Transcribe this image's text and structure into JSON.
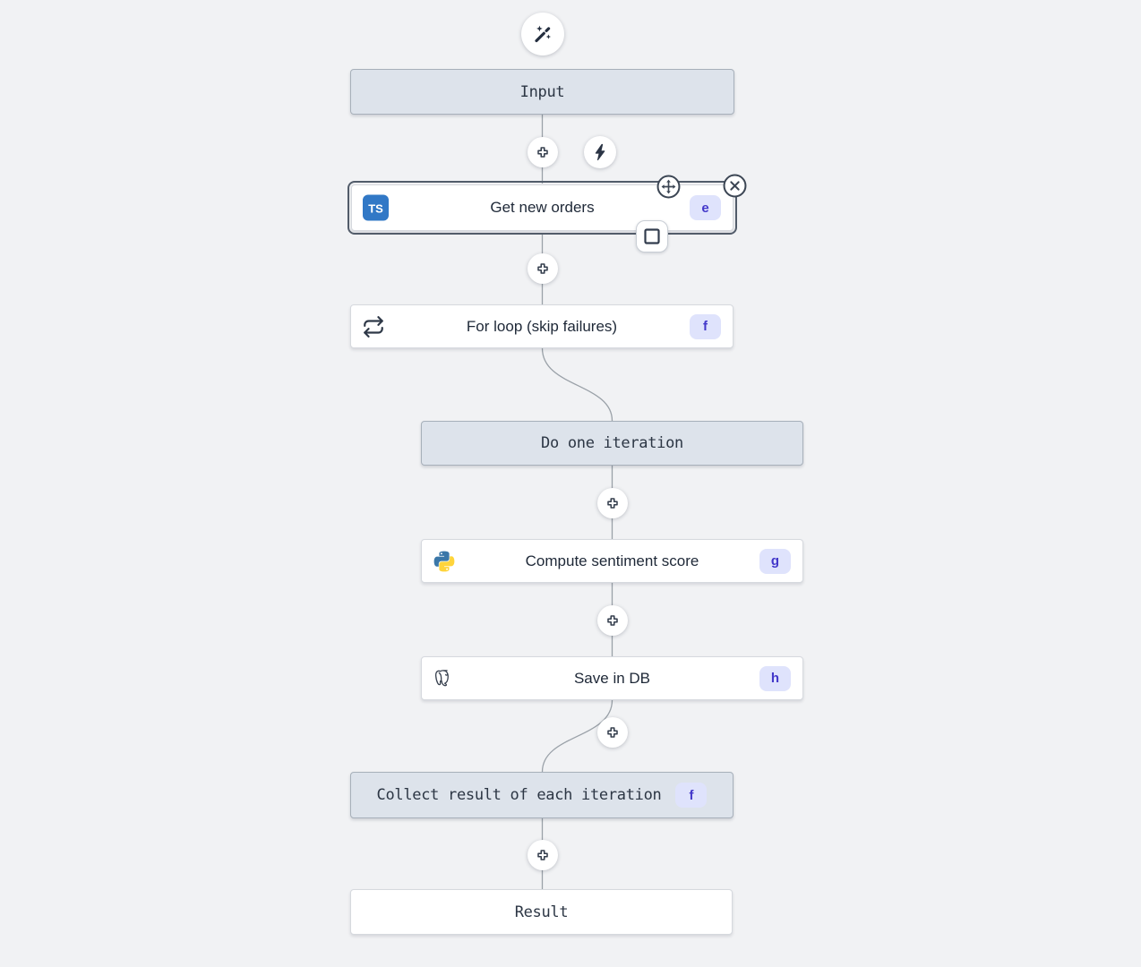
{
  "app": "flow-editor-canvas",
  "colors": {
    "canvas_bg": "#f1f2f4",
    "virtual_node_bg": "#dde3eb",
    "virtual_node_border": "#a7b0ba",
    "card_node_bg": "#ffffff",
    "card_node_border": "#d6d9de",
    "selected_outline": "#525c6a",
    "edge": "#9aa1a8",
    "badge_bg": "#dfe3fc",
    "badge_text": "#4338ca",
    "icon_dark": "#2e3847",
    "typescript_blue": "#3178c6",
    "python_blue": "#3b77a8",
    "python_yellow": "#ffd43b"
  },
  "toolbar": {
    "ai_builder_icon": "magic-wand-icon",
    "trigger_icon": "lightning-bolt-icon",
    "add_step_icon": "plus-icon"
  },
  "flow": {
    "nodes": [
      {
        "id": "input",
        "label": "Input",
        "kind": "virtual"
      },
      {
        "id": "e",
        "label": "Get new orders",
        "badge": "e",
        "language": "typescript",
        "icon": "typescript-icon",
        "selected": true
      },
      {
        "id": "f",
        "label": "For loop (skip failures)",
        "badge": "f",
        "kind": "forloop",
        "icon": "repeat-loop-icon"
      },
      {
        "id": "do_iteration",
        "label": "Do one iteration",
        "kind": "virtual"
      },
      {
        "id": "g",
        "label": "Compute sentiment score",
        "badge": "g",
        "language": "python",
        "icon": "python-icon"
      },
      {
        "id": "h",
        "label": "Save in DB",
        "badge": "h",
        "language": "postgresql",
        "icon": "postgresql-icon"
      },
      {
        "id": "collect",
        "label": "Collect result of each iteration",
        "badge": "f",
        "kind": "virtual"
      },
      {
        "id": "result",
        "label": "Result",
        "kind": "virtual"
      }
    ],
    "selected_node_controls": {
      "move_icon": "move-arrows-icon",
      "remove_icon": "close-x-icon",
      "select_icon": "square-icon"
    }
  }
}
